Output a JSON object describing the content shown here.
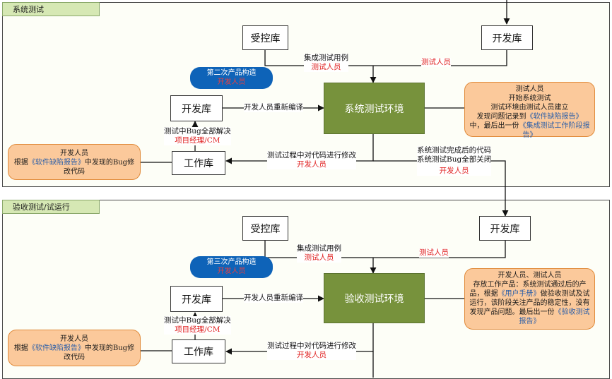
{
  "lanes": [
    {
      "title": "系统测试",
      "controlled_repo": "受控库",
      "dev_repo_right": "开发库",
      "dev_repo_left": "开发库",
      "work_repo": "工作库",
      "environment": "系统测试环境",
      "build": {
        "title": "第二次产品构造",
        "role": "开发人员"
      },
      "label_integration": {
        "text": "集成测试用例",
        "role": "测试人员"
      },
      "label_right_role": "测试人员",
      "label_recompile": "开发人员重新编译",
      "label_bug_resolve": {
        "text": "测试中Bug全部解决",
        "role": "项目经理/CM"
      },
      "label_modify": {
        "text": "测试过程中对代码进行修改",
        "role": "开发人员"
      },
      "label_complete": {
        "line1": "系统测试完成后的代码",
        "line2": "系统测试Bug全部关闭",
        "role": "开发人员"
      },
      "note_right": {
        "line1": "测试人员",
        "line2": "开始系统测试",
        "line3": "测试环境由测试人员建立",
        "line4a": "发现问题记录到",
        "line4b": "《软件缺陷报告》",
        "line5a": "中，最后出一份",
        "line5b": "《集成测试工作阶段报告》"
      },
      "note_left": {
        "line1": "开发人员",
        "line2a": "根据",
        "line2b": "《软件缺陷报告》",
        "line2c": "中发现的Bug修改代码"
      }
    },
    {
      "title": "验收测试/试运行",
      "controlled_repo": "受控库",
      "dev_repo_right": "开发库",
      "dev_repo_left": "开发库",
      "work_repo": "工作库",
      "environment": "验收测试环境",
      "build": {
        "title": "第三次产品构造",
        "role": "开发人员"
      },
      "label_integration": {
        "text": "集成测试用例",
        "role": "测试人员"
      },
      "label_right_role": "测试人员",
      "label_recompile": "开发人员重新编译",
      "label_bug_resolve": {
        "text": "测试中Bug全部解决",
        "role": "项目经理/CM"
      },
      "label_modify": {
        "text": "测试过程中对代码进行修改",
        "role": "开发人员"
      },
      "note_right": {
        "line1": "开发人员、测试人员",
        "line2": "存放工作产品：系统测试通过后的产品，根据",
        "line2b": "《用户手册》",
        "line3": "做验收测试及试运行，该阶段关注产品的稳定性，没有发现产品问题。最后出一份",
        "line3b": "《验收测试报告》"
      },
      "note_left": {
        "line1": "开发人员",
        "line2a": "根据",
        "line2b": "《软件缺陷报告》",
        "line2c": "中发现的Bug修改代码"
      }
    }
  ],
  "colors": {
    "environment": "#77923c",
    "build_pill": "#0e63b8",
    "note": "#fbc99b",
    "lane_tab": "#d6e8b4",
    "role_red": "#e02020"
  }
}
